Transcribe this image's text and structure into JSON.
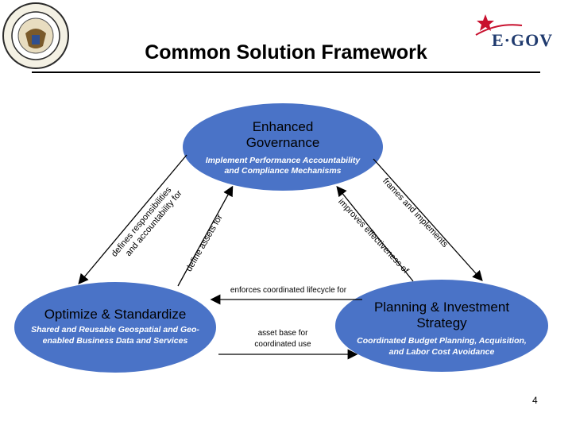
{
  "slide": {
    "title": "Common Solution Framework",
    "logo_text": "E·GOV",
    "page_number": "4"
  },
  "colors": {
    "node_fill": "#4a73c7",
    "arrow": "#000000",
    "logo_red": "#c8102e",
    "logo_blue": "#1f3a6e"
  },
  "nodes": {
    "top": {
      "title_line1": "Enhanced",
      "title_line2": "Governance",
      "subtitle_line1": "Implement Performance Accountability",
      "subtitle_line2": "and Compliance Mechanisms"
    },
    "left": {
      "title": "Optimize & Standardize",
      "subtitle_line1": "Shared and Reusable Geospatial and Geo-",
      "subtitle_line2": "enabled Business Data and Services"
    },
    "right": {
      "title_line1": "Planning & Investment",
      "title_line2": "Strategy",
      "subtitle_line1": "Coordinated Budget Planning, Acquisition,",
      "subtitle_line2": "and Labor Cost Avoidance"
    }
  },
  "edges": {
    "top_to_left_line1": "defines responsibilities",
    "top_to_left_line2": "and accountability for",
    "left_to_top": "define assets for",
    "top_to_right": "frames and implements",
    "right_to_top": "improves effectiveness of",
    "right_to_left_top": "enforces coordinated lifecycle for",
    "left_to_right_line1": "asset base for",
    "left_to_right_line2": "coordinated use"
  }
}
